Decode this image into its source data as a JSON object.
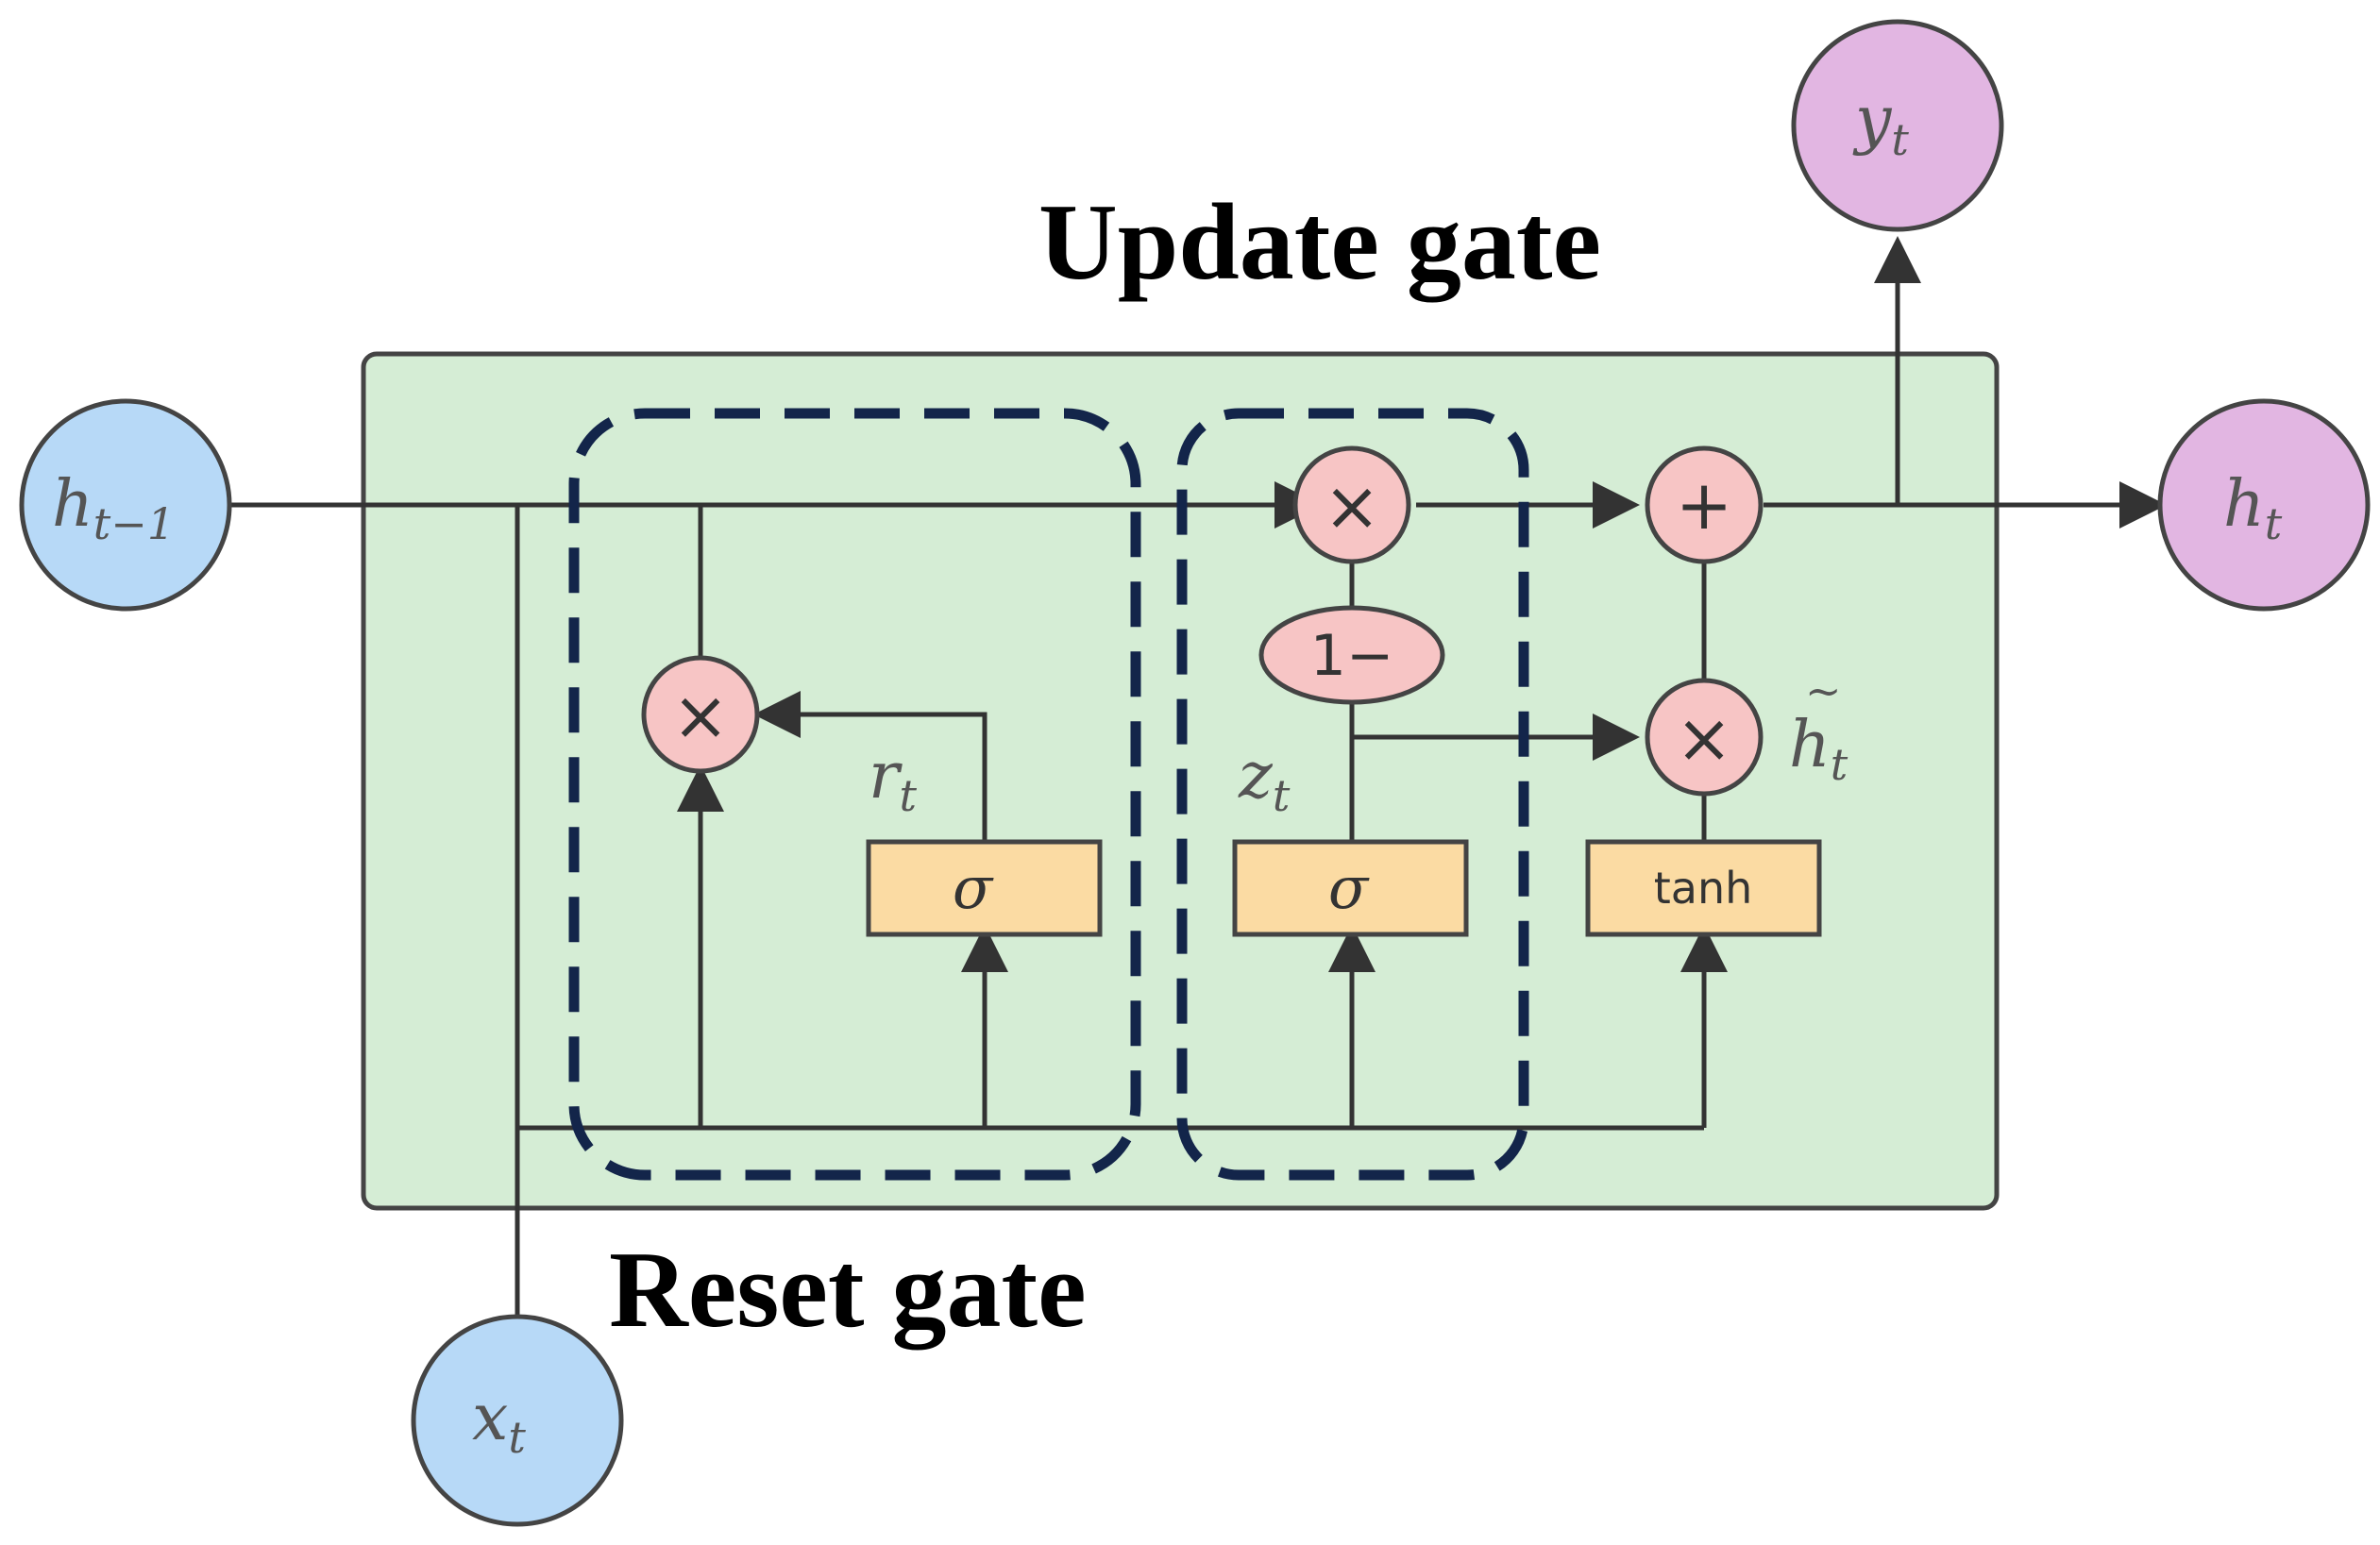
{
  "labels": {
    "update_gate": "Update gate",
    "reset_gate": "Reset gate"
  },
  "nodes": {
    "h_prev": {
      "base": "h",
      "sub": "t−1"
    },
    "x_t": {
      "base": "x",
      "sub": "t"
    },
    "y_t": {
      "base": "y",
      "sub": "t"
    },
    "h_t": {
      "base": "h",
      "sub": "t"
    }
  },
  "annotations": {
    "r_t": {
      "base": "r",
      "sub": "t"
    },
    "z_t": {
      "base": "z",
      "sub": "t"
    },
    "h_tilde": {
      "base": "h",
      "sub": "t",
      "accent": "~"
    }
  },
  "operations": {
    "multiply": "×",
    "add": "+",
    "one_minus": "1−"
  },
  "activations": {
    "reset_sigma": "σ",
    "update_sigma": "σ",
    "candidate_tanh": "tanh"
  },
  "colors": {
    "input_node": "#b7d9f7",
    "output_node": "#e2b6e2",
    "cell": "#d5edd5",
    "op_node": "#f7c5c5",
    "activation_box": "#fbdba3",
    "gate_outline": "#13254a",
    "wire": "#333333"
  }
}
